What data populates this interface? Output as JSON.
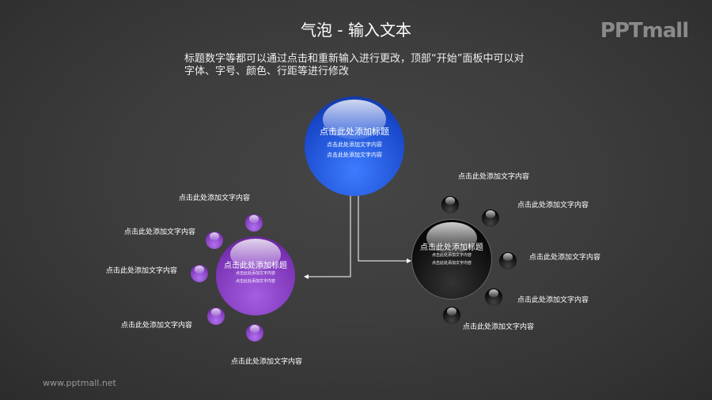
{
  "header": {
    "title": "气泡 - 输入文本",
    "logo": "PPTmall",
    "description": "标题数字等都可以通过点击和重新输入进行更改，顶部“开始”面板中可以对字体、字号、颜色、行距等进行修改"
  },
  "footer": {
    "url": "www.pptmall.net"
  },
  "bubbles": {
    "top": {
      "title": "点击此处添加标题",
      "bullets": [
        "点击此处添加文字内容",
        "点击此处添加文字内容"
      ],
      "color": "#1f5ee8"
    },
    "left": {
      "title": "点击此处添加标题",
      "bullets": [
        "点击此处添加文字内容",
        "点击此处添加文字内容"
      ],
      "color": "#8a3fc4"
    },
    "right": {
      "title": "点击此处添加标题",
      "bullets": [
        "点击此处添加文字内容",
        "点击此处添加文字内容"
      ],
      "color": "#111111"
    }
  },
  "left_labels": [
    "点击此处添加文字内容",
    "点击此处添加文字内容",
    "点击此处添加文字内容",
    "点击此处添加文字内容",
    "点击此处添加文字内容"
  ],
  "right_labels": [
    "点击此处添加文字内容",
    "点击此处添加文字内容",
    "点击此处添加文字内容",
    "点击此处添加文字内容",
    "点击此处添加文字内容"
  ]
}
